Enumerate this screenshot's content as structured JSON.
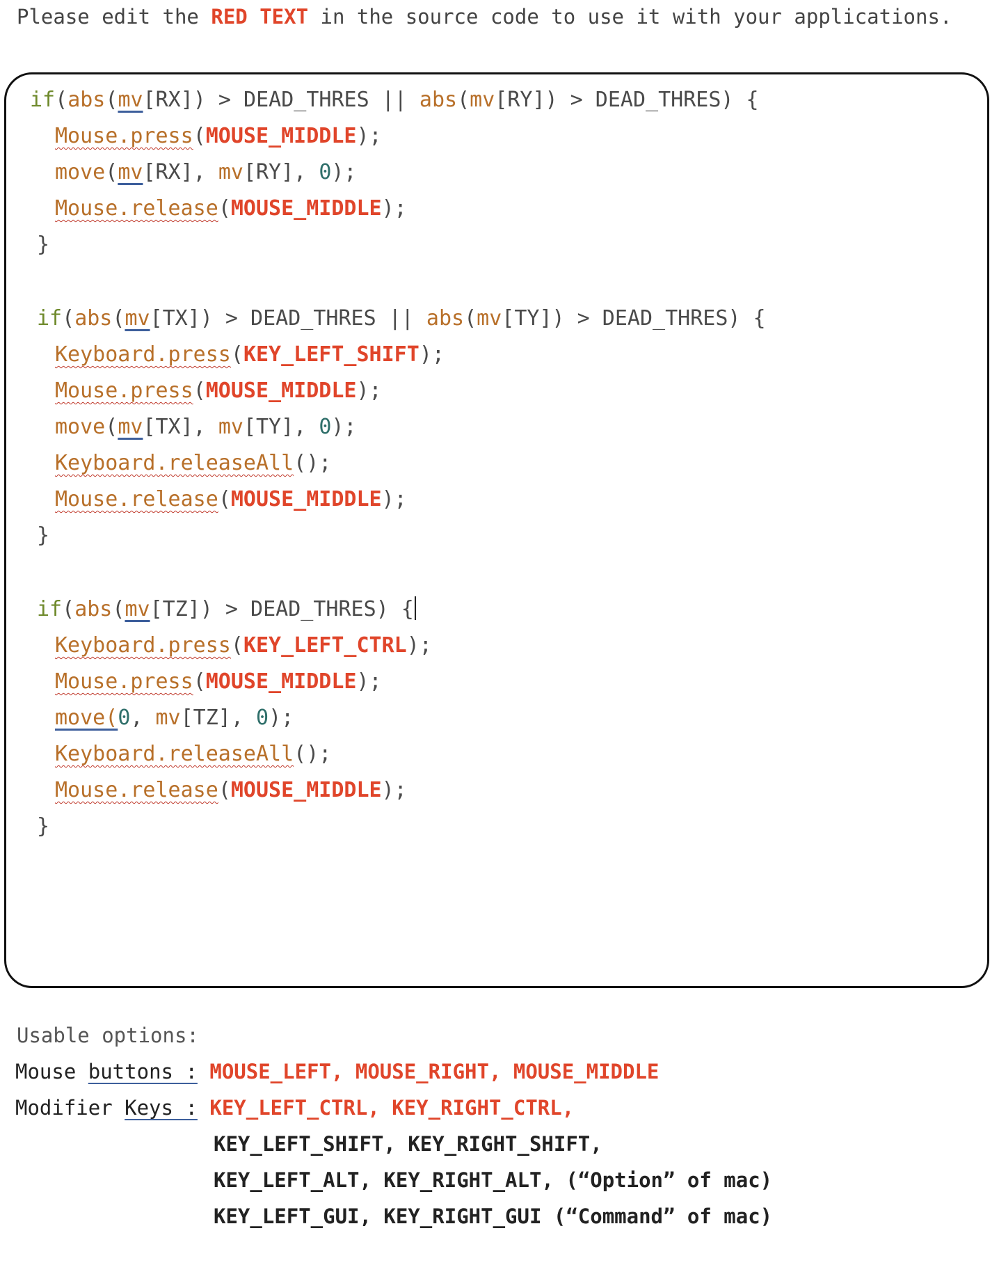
{
  "intro": {
    "before": "Please edit the ",
    "highlight": "RED TEXT",
    "after": " in the source code to use it with your applications."
  },
  "code": {
    "block1": {
      "cond_kw": "if",
      "cond_rest_a": "(",
      "abs1": "abs",
      "paren1": "(",
      "mv1": "mv",
      "idx1": "[RX])",
      "mid": " > DEAD_THRES || ",
      "abs2": "abs",
      "paren2": "(",
      "mv2": "mv",
      "idx2": "[RY])",
      "end": " > DEAD_THRES) {",
      "l1_obj": "Mouse.press",
      "l1_arg": "MOUSE_MIDDLE",
      "l2_fn": "move",
      "l2_a": "(",
      "l2_mv1": "mv",
      "l2_b": "[RX], ",
      "l2_mv2": "mv",
      "l2_c": "[RY], ",
      "l2_num": "0",
      "l2_d": ");",
      "l3_obj": "Mouse.release",
      "l3_arg": "MOUSE_MIDDLE",
      "close": "}"
    },
    "block2": {
      "cond_kw": "if",
      "abs1": "abs",
      "mv1": "mv",
      "idx1": "[TX])",
      "mid": " > DEAD_THRES || ",
      "abs2": "abs",
      "mv2": "mv",
      "idx2": "[TY])",
      "end": " > DEAD_THRES) {",
      "l1_obj": "Keyboard.press",
      "l1_arg": "KEY_LEFT_SHIFT",
      "l2_obj": "Mouse.press",
      "l2_arg": "MOUSE_MIDDLE",
      "l3_fn": "move",
      "l3_mv1": "mv",
      "l3_b": "[TX], ",
      "l3_mv2": "mv",
      "l3_c": "[TY], ",
      "l3_num": "0",
      "l4_obj": "Keyboard.releaseAll",
      "l4_rest": "();",
      "l5_obj": "Mouse.release",
      "l5_arg": "MOUSE_MIDDLE",
      "close": "}"
    },
    "block3": {
      "cond_kw": "if",
      "abs1": "abs",
      "mv1": "mv",
      "idx1": "[TZ])",
      "end": " > DEAD_THRES) {",
      "l1_obj": "Keyboard.press",
      "l1_arg": "KEY_LEFT_CTRL",
      "l2_obj": "Mouse.press",
      "l2_arg": "MOUSE_MIDDLE",
      "l3_fn": "move(",
      "l3_num1": "0",
      "l3_b": ", ",
      "l3_mv": "mv",
      "l3_c": "[TZ], ",
      "l3_num2": "0",
      "l4_obj": "Keyboard.releaseAll",
      "l4_rest": "();",
      "l5_obj": "Mouse.release",
      "l5_arg": "MOUSE_MIDDLE",
      "close": "}"
    }
  },
  "options": {
    "title": "Usable options:",
    "mouse_label_a": "Mouse ",
    "mouse_label_b": "buttons :",
    "mouse_values": "MOUSE_LEFT, MOUSE_RIGHT, MOUSE_MIDDLE",
    "mod_label_a": "Modifier ",
    "mod_label_b": "Keys :",
    "mod_values": [
      "KEY_LEFT_CTRL, KEY_RIGHT_CTRL,",
      "KEY_LEFT_SHIFT, KEY_RIGHT_SHIFT,",
      "KEY_LEFT_ALT, KEY_RIGHT_ALT, (“Option” of mac)",
      "KEY_LEFT_GUI, KEY_RIGHT_GUI (“Command” of mac)"
    ]
  },
  "colors": {
    "red": "#e0452a",
    "keyword": "#6f8a2c",
    "function": "#b8702a",
    "number": "#2f6f6a"
  }
}
